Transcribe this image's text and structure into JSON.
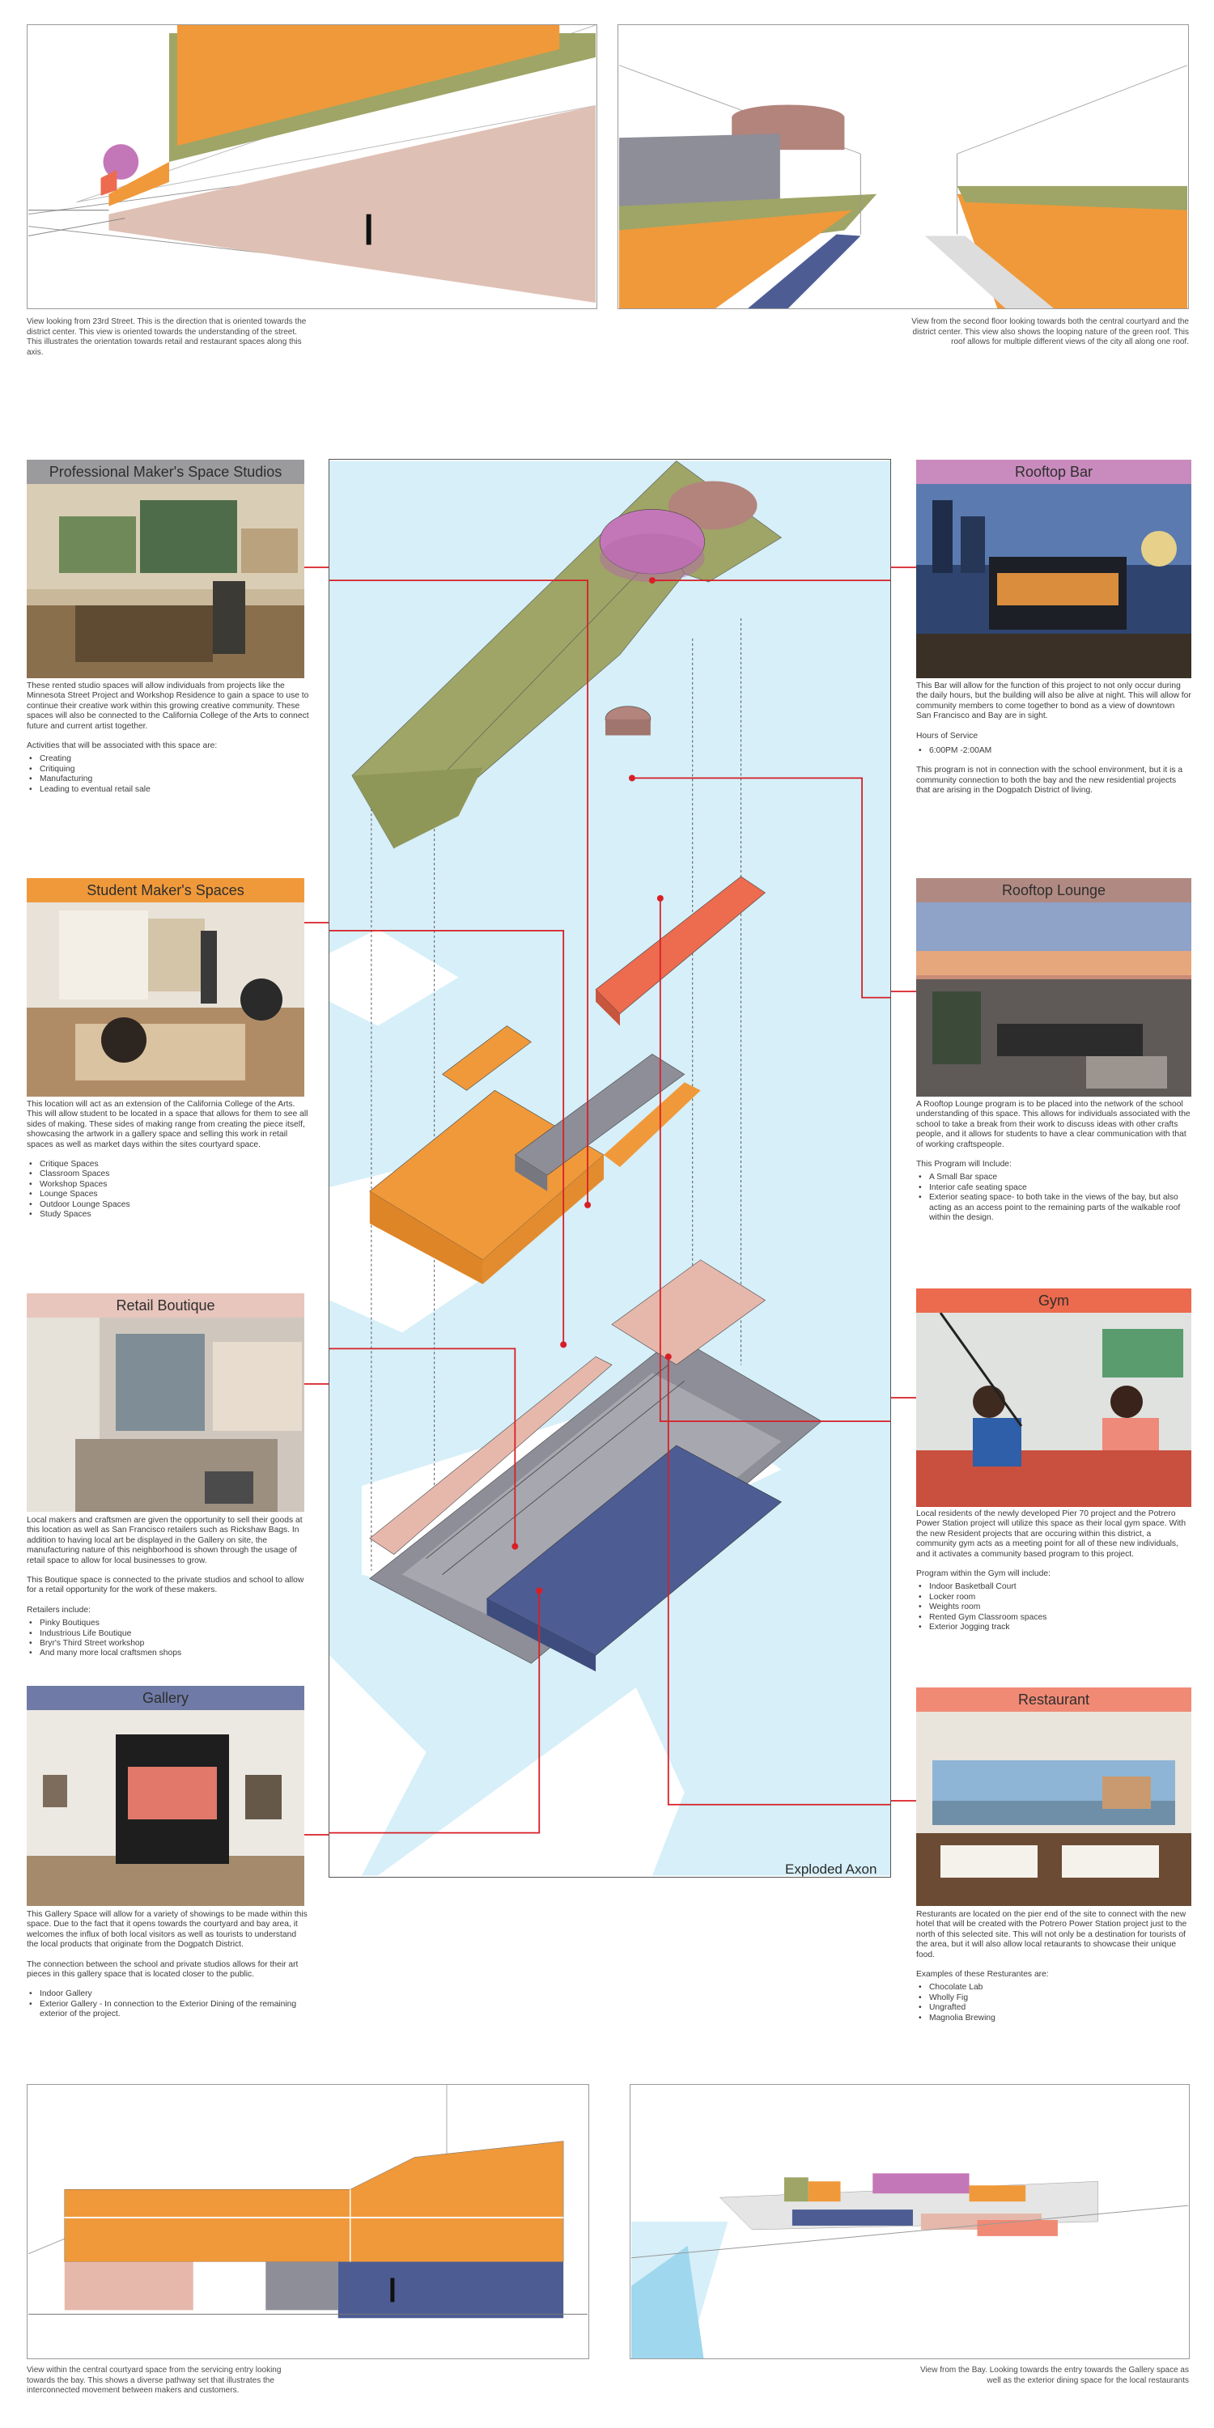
{
  "views": {
    "top_left_caption": "View looking from 23rd Street. This is the direction that is oriented towards the district center. This view is oriented towards the understanding of the street. This illustrates the orientation towards retail and restaurant spaces along this axis.",
    "top_right_caption": "View from the second floor looking towards both the central courtyard and the district center. This view also shows the looping nature of the green roof. This roof allows for multiple different views of the city all along one roof.",
    "bottom_left_caption": "View within the central courtyard space from the servicing entry looking towards the bay. This shows a diverse pathway set that illustrates the interconnected movement between makers and customers.",
    "bottom_right_caption": "View from the Bay. Looking towards the  entry towards the Gallery space as well as the  exterior dining space for the local restaurants"
  },
  "axon": {
    "label": "Exploded Axon"
  },
  "colors": {
    "orange": "#f0993a",
    "green_roof": "#9ea566",
    "purple": "#c477b8",
    "mauve": "#b3847c",
    "coral": "#ed6b4f",
    "pink": "#e6b8ab",
    "navy": "#4d5d94",
    "grey": "#8e8e98",
    "water": "#d6eff8",
    "leader": "#d81f26",
    "gallery_header": "#6f7ba6",
    "retail_header": "#e8c6bd",
    "studio_header": "#9b9a9c",
    "bar_header": "#c98bbe",
    "lounge_header": "#b08a82",
    "gym_header": "#ec6a4d",
    "restaurant_header": "#f08a75",
    "student_header": "#f0993a"
  },
  "sections": {
    "studios": {
      "title": "Professional Maker's Space Studios",
      "photo": "art-studio-photo",
      "para1": "These rented studio spaces will allow individuals from projects like the Minnesota Street Project and Workshop Residence to gain a space to use to continue their creative work within this growing creative community. These spaces will also be connected to the California College of the Arts to connect future and current artist together.",
      "para2": "Activities that will be associated with this space are:",
      "items": [
        "Creating",
        "Critiquing",
        "Manufacturing",
        "Leading to eventual retail sale"
      ]
    },
    "student": {
      "title": "Student Maker's Spaces",
      "photo": "classroom-photo",
      "para1": "This location will act as an extension of the California College of the Arts. This will allow student to be located in a space that allows for them to see all sides of making. These sides of making range from creating the piece itself, showcasing the artwork in a gallery space and selling this work in retail spaces as well as market days within the sites courtyard space.",
      "items": [
        "Critique Spaces",
        "Classroom Spaces",
        "Workshop Spaces",
        "Lounge Spaces",
        "Outdoor Lounge Spaces",
        "Study Spaces"
      ]
    },
    "retail": {
      "title": "Retail Boutique",
      "photo": "boutique-photo",
      "para1": "Local makers and craftsmen are given the opportunity to sell their goods at this location as well as San Francisco retailers such as Rickshaw Bags. In addition to having local art be displayed in the Gallery on site, the manufacturing nature of this neighborhood is shown through the usage of retail space to allow for local businesses to grow.",
      "para2": "This Boutique space is connected to the private studios and school to allow for a retail opportunity for the work of these makers.",
      "para3": "Retailers include:",
      "items": [
        "Pinky Boutiques",
        "Industrious Life Boutique",
        "Bryr's Third Street workshop",
        "And many more local craftsmen shops"
      ]
    },
    "gallery": {
      "title": "Gallery",
      "photo": "gallery-photo",
      "para1": "This Gallery Space will allow for a variety of showings to be made within this space. Due to the fact that it opens towards the courtyard and bay area, it welcomes the influx of both local visitors as well as tourists to understand the local products that originate from the Dogpatch District.",
      "para2": "The connection between the school and private studios allows for their art pieces in this gallery space that is located closer to the public.",
      "items": [
        "Indoor Gallery",
        "Exterior Gallery - In connection to the Exterior Dining of the remaining exterior of the project."
      ]
    },
    "bar": {
      "title": "Rooftop Bar",
      "photo": "rooftop-bar-photo",
      "para1": "This Bar will allow for the function of this project to not only occur during the daily hours, but the building will also be alive at night. This will allow for community members to come together to bond as a view of downtown San Francisco and Bay are in sight.",
      "hours_label": "Hours of Service",
      "hours": "6:00PM -2:00AM",
      "para2": "This program is not in connection with the school environment, but it is a community connection to both the bay and the new residential projects that are arising in the Dogpatch District of living."
    },
    "lounge": {
      "title": "Rooftop Lounge",
      "photo": "rooftop-lounge-photo",
      "para1": "A Rooftop Lounge program is to be placed into the network of the school understanding of this space. This allows for individuals associated with the school to take a break from their work to discuss ideas with other crafts people, and it allows for students to have a clear communication with that of working craftspeople.",
      "para2": "This Program will Include:",
      "items": [
        "A Small Bar space",
        "Interior cafe seating space",
        "Exterior seating space- to both take in the views of the bay, but also acting as an access point to the remaining parts of the walkable roof within the design."
      ]
    },
    "gym": {
      "title": "Gym",
      "photo": "gym-photo",
      "para1": "Local residents of the newly developed Pier 70 project and the Potrero Power Station project will utilize this space as their local gym space. With the new Resident projects that are occuring within this district, a community gym acts as a meeting point for all of these new individuals, and it activates a community based program to this project.",
      "para2": "Program within the Gym will include:",
      "items": [
        "Indoor Basketball Court",
        "Locker room",
        "Weights room",
        "Rented Gym Classroom spaces",
        "Exterior Jogging track"
      ]
    },
    "restaurant": {
      "title": "Restaurant",
      "photo": "restaurant-photo",
      "para1": "Resturants are located on the pier end of the site to connect with the new hotel that will be created with the Potrero Power Station project just to the north of this selected site. This will not only be a destination for tourists of the area, but it will also allow local retaurants to showcase their unique food.",
      "para2": "Examples of these Resturantes are:",
      "items": [
        "Chocolate Lab",
        "Wholly Fig",
        "Ungrafted",
        "Magnolia Brewing"
      ]
    }
  }
}
